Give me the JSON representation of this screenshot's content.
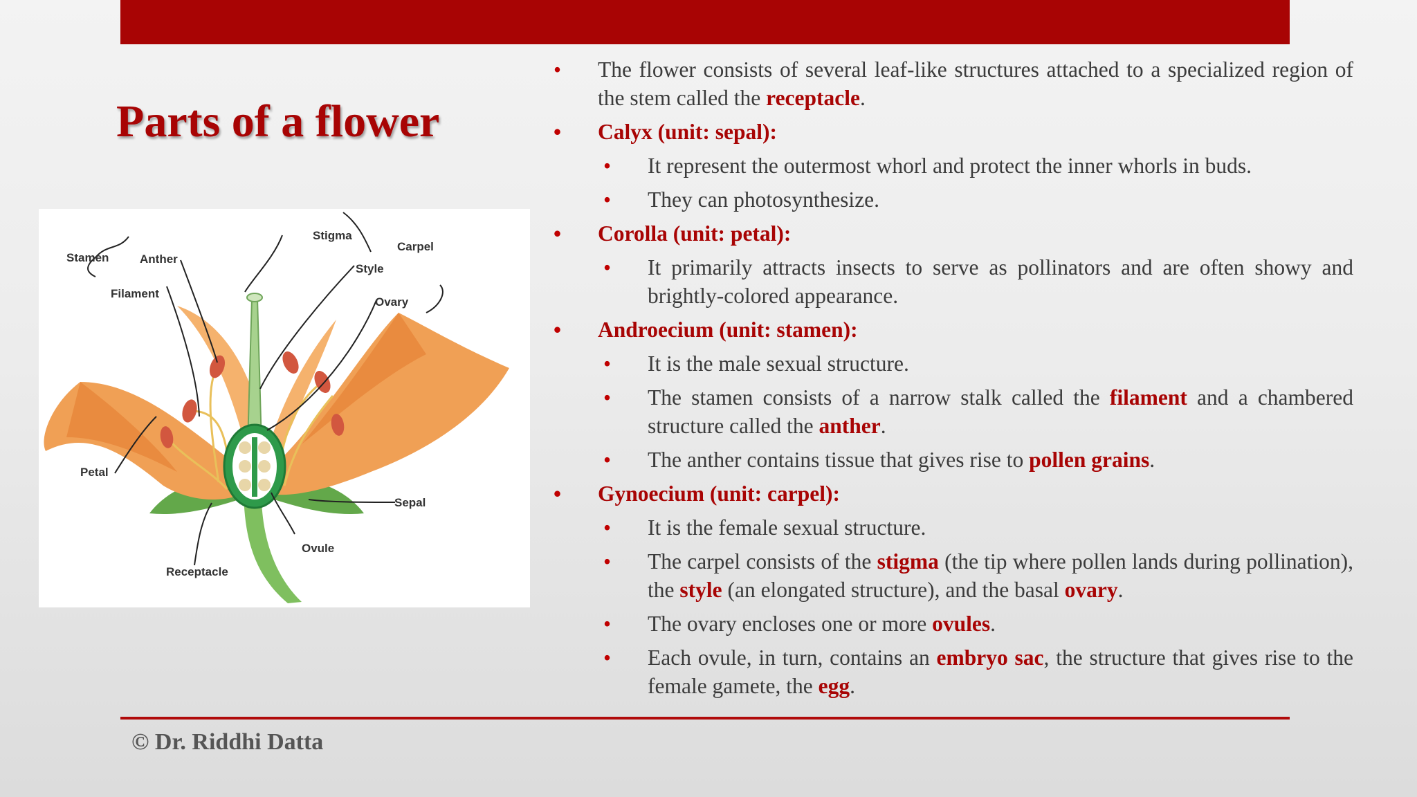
{
  "slide": {
    "title": "Parts of a flower",
    "footer": "© Dr. Riddhi Datta",
    "bullet_glyph": "•"
  },
  "figure": {
    "labels": {
      "stamen": "Stamen",
      "anther": "Anther",
      "filament": "Filament",
      "stigma": "Stigma",
      "carpel": "Carpel",
      "style": "Style",
      "ovary": "Ovary",
      "petal": "Petal",
      "sepal": "Sepal",
      "ovule": "Ovule",
      "receptacle": "Receptacle"
    }
  },
  "content": {
    "intro": {
      "t1": "The flower consists of several leaf-like structures attached to a specialized region of the stem called the ",
      "k1": "receptacle",
      "t2": "."
    },
    "calyx": {
      "heading": "Calyx (unit: sepal):",
      "p1": "It represent the outermost whorl and protect the inner whorls in buds.",
      "p2": "They can photosynthesize."
    },
    "corolla": {
      "heading": "Corolla (unit: petal):",
      "p1": "It primarily attracts insects to serve as pollinators and are often showy and brightly-colored appearance."
    },
    "androecium": {
      "heading": "Androecium (unit: stamen):",
      "p1": "It is the male sexual structure.",
      "p2": {
        "t1": "The stamen consists of a narrow stalk called the ",
        "k1": "filament",
        "t2": " and a chambered structure called the ",
        "k2": "anther",
        "t3": "."
      },
      "p3": {
        "t1": "The anther contains tissue that gives rise to ",
        "k1": "pollen grains",
        "t2": "."
      }
    },
    "gynoecium": {
      "heading": "Gynoecium (unit: carpel):",
      "p1": "It is the female sexual structure.",
      "p2": {
        "t1": "The carpel consists of the ",
        "k1": "stigma",
        "t2": " (the tip where pollen lands during pollination), the ",
        "k2": "style",
        "t3": " (an elongated structure), and the basal ",
        "k3": "ovary",
        "t4": "."
      },
      "p3": {
        "t1": "The ovary encloses one or more ",
        "k1": "ovules",
        "t2": "."
      },
      "p4": {
        "t1": "Each ovule, in turn, contains an ",
        "k1": "embryo sac",
        "t2": ", the structure that gives rise to the female gamete, the ",
        "k2": "egg",
        "t3": "."
      }
    }
  },
  "colors": {
    "accent": "#a80404",
    "text": "#3b3b3b",
    "footer": "#555555"
  }
}
